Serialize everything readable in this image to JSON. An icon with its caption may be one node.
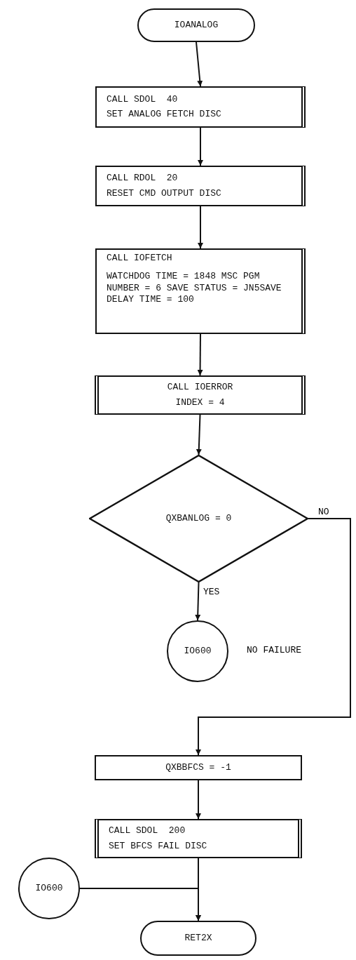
{
  "diagram": {
    "nodes": [
      {
        "text": [
          "IOANALOG"
        ]
      },
      {
        "text": [
          "CALL SDOL  40",
          "SET ANALOG FETCH DISC"
        ]
      },
      {
        "text": [
          "CALL RDOL  20",
          "RESET CMD OUTPUT DISC"
        ]
      },
      {
        "text": [
          "CALL IOFETCH",
          "WATCHDOG TIME = 1848 MSC PGM NUMBER = 6 SAVE STATUS = JN5SAVE DELAY TIME = 100"
        ]
      },
      {
        "text": [
          "CALL IOERROR",
          "INDEX = 4"
        ]
      },
      {
        "text": [
          "QXBANLOG = 0"
        ]
      },
      {
        "text": [
          "IO600"
        ],
        "beside": [
          "NO FAILURE"
        ]
      },
      {
        "text": [
          "QXBBFCS = -1"
        ]
      },
      {
        "text": [
          "CALL SDOL  200",
          "SET BFCS FAIL DISC"
        ]
      },
      {
        "text": [
          "IO600"
        ]
      },
      {
        "text": [
          "RET2X"
        ]
      }
    ],
    "edges": [
      {
        "from": 0,
        "to": 1,
        "arrow": "to"
      },
      {
        "from": 1,
        "to": 2,
        "arrow": "to"
      },
      {
        "from": 2,
        "to": 3,
        "arrow": "to"
      },
      {
        "from": 3,
        "to": 4,
        "arrow": "to"
      },
      {
        "from": 4,
        "to": 5,
        "arrow": "to"
      },
      {
        "from": 5,
        "to": 6,
        "arrow": "to",
        "label": "YES"
      },
      {
        "from": 5,
        "to": 7,
        "arrow": "to",
        "label": "NO"
      },
      {
        "from": 7,
        "to": 8,
        "arrow": "to"
      },
      {
        "from": 8,
        "to": 10,
        "arrow": "to"
      },
      {
        "from": 9,
        "to": 10,
        "arrow": "to"
      }
    ]
  }
}
